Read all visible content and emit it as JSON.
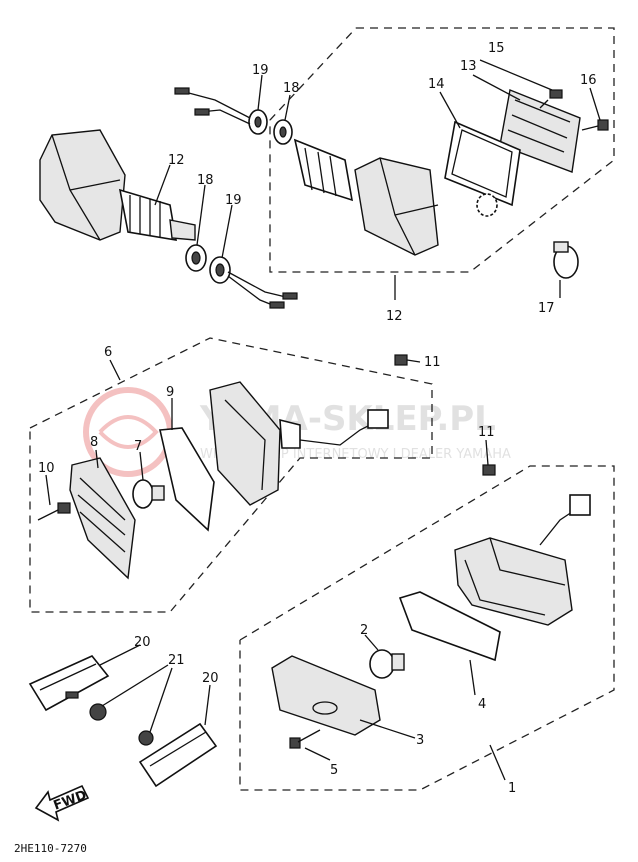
{
  "diagram": {
    "part_labels": [
      "1",
      "2",
      "3",
      "4",
      "5",
      "6",
      "7",
      "8",
      "9",
      "10",
      "11",
      "11",
      "12",
      "12",
      "13",
      "14",
      "15",
      "16",
      "17",
      "18",
      "18",
      "19",
      "19",
      "20",
      "20",
      "21"
    ],
    "fwd_label": "FWD",
    "drawing_code": "2HE110-7270",
    "watermark": {
      "line1": "YAMA-SKLEP.PL",
      "line2": "WIELKI SKLEP INTERNETOWY I DEALER YAMAHA"
    }
  }
}
